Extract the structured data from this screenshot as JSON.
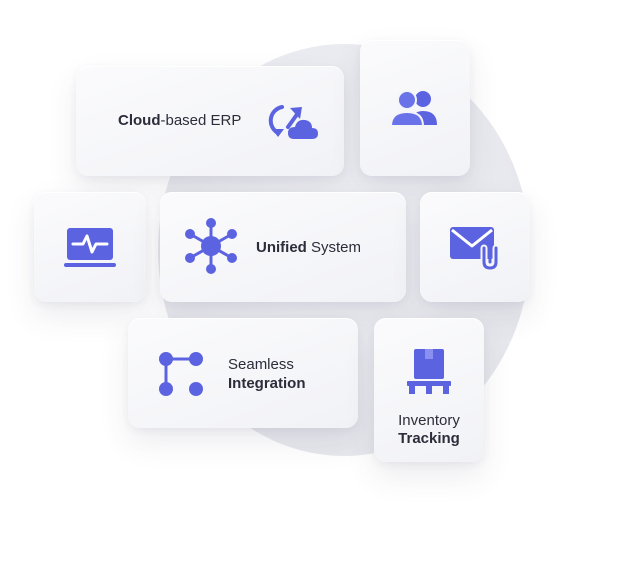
{
  "colors": {
    "accent": "#5b63e0",
    "card": "#f4f5f8",
    "text": "#2c2d3a"
  },
  "cards": {
    "cloud_erp": {
      "bold": "Cloud",
      "rest": "-based ERP",
      "icon": "cloud-sync-icon"
    },
    "users": {
      "icon": "users-icon"
    },
    "monitor": {
      "icon": "monitor-pulse-icon"
    },
    "unified": {
      "bold": "Unified",
      "rest": " System",
      "icon": "network-hub-icon"
    },
    "mail": {
      "icon": "mail-attachment-icon"
    },
    "seamless": {
      "line1": "Seamless",
      "line2": "Integration",
      "icon": "integration-nodes-icon"
    },
    "inventory": {
      "line1": "Inventory",
      "line2": "Tracking",
      "icon": "package-pallet-icon"
    }
  }
}
